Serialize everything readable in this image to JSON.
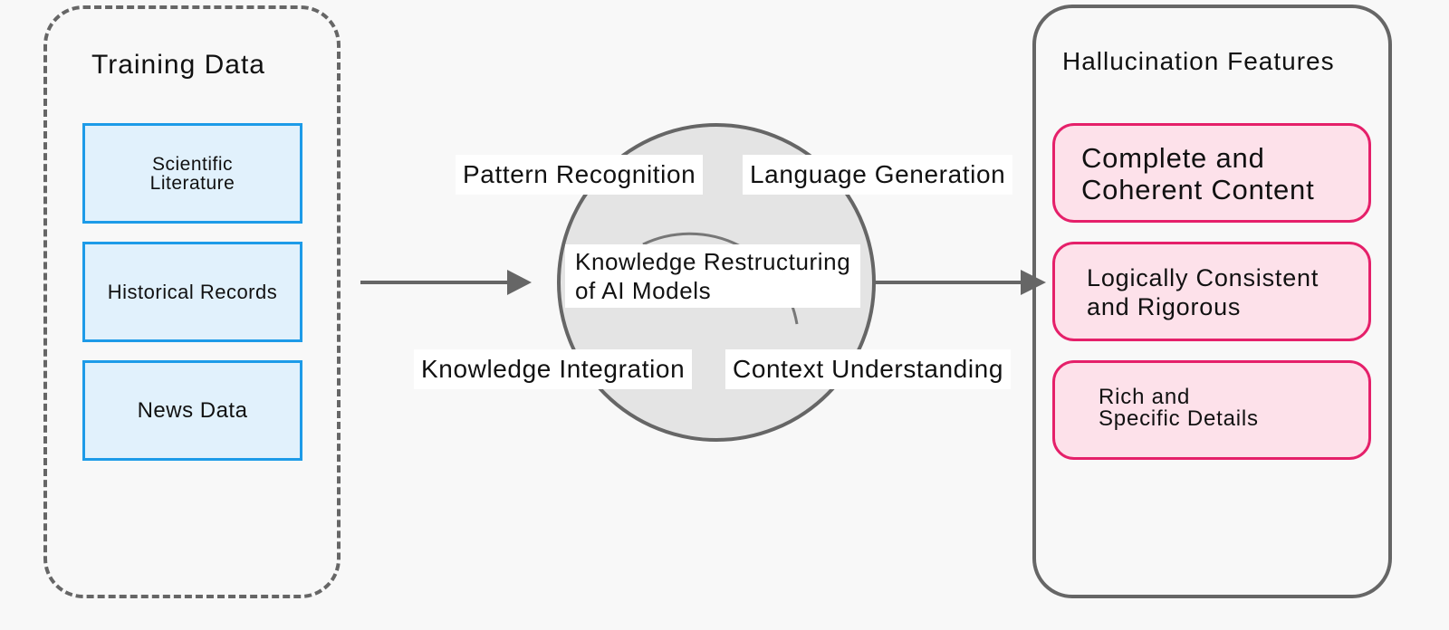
{
  "training": {
    "title": "Training Data",
    "sources": [
      {
        "label": "Scientific\nLiterature"
      },
      {
        "label": "Historical Records"
      },
      {
        "label": "News Data"
      }
    ]
  },
  "model": {
    "core_label": "Knowledge Restructuring\nof AI Models",
    "capabilities": [
      "Pattern Recognition",
      "Language Generation",
      "Knowledge Integration",
      "Context Understanding"
    ]
  },
  "hallucination": {
    "title": "Hallucination Features",
    "features": [
      "Complete and\nCoherent Content",
      "Logically Consistent\nand Rigorous",
      "Rich and\nSpecific Details"
    ]
  },
  "colors": {
    "background": "#f8f8f8",
    "source_border": "#1d9be8",
    "source_fill": "#e1f1fc",
    "feature_border": "#e5206a",
    "feature_fill": "#fde1ea",
    "stroke": "#666666",
    "circle_fill": "#e4e4e4"
  }
}
